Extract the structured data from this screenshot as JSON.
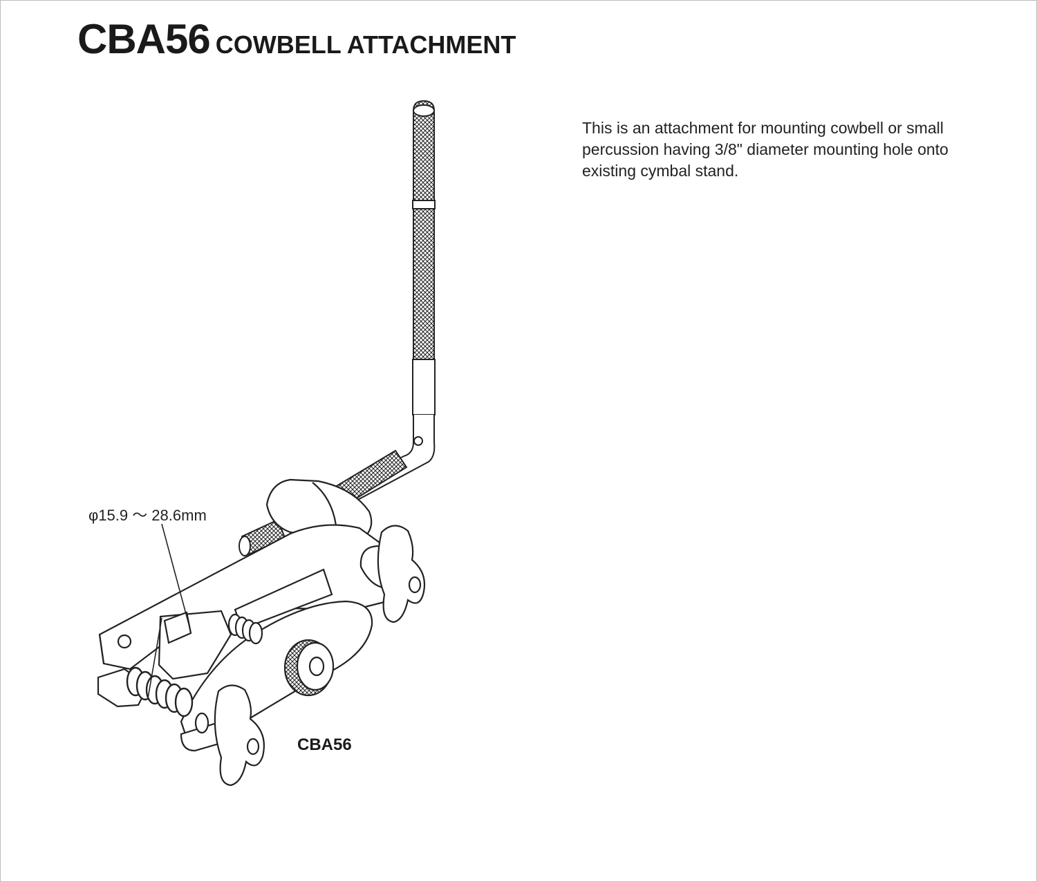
{
  "header": {
    "model": "CBA56",
    "name": "COWBELL ATTACHMENT"
  },
  "description": "This is an attachment for mounting cowbell or small percussion having 3/8\" diameter mounting hole onto existing cymbal stand.",
  "illustration": {
    "dimension_label": "φ15.9 ～ 28.6mm",
    "caption": "CBA56"
  }
}
